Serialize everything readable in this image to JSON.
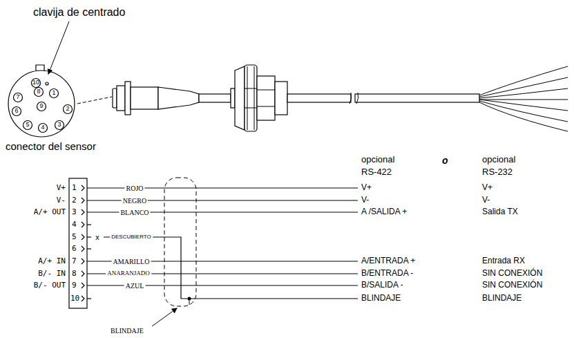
{
  "diagram": {
    "labels": [
      "clavija de centrado",
      "10",
      "8",
      "1",
      "7",
      "9",
      "2",
      "6",
      "5",
      "4",
      "3",
      "conector del sensor",
      "opcional",
      "RS-422",
      "o",
      "opcional",
      "RS-232",
      "V+",
      "V-",
      "A/+ OUT",
      "A/+ IN",
      "B/- IN",
      "B/- OUT",
      "1",
      "2",
      "3",
      "4",
      "5",
      "6",
      "7",
      "8",
      "9",
      "10",
      "ROJO",
      "NEGRO",
      "BLANCO",
      "x",
      "DESCUBIERTO",
      "AMARILLO",
      "ANARANJADO",
      "AZUL",
      "V+",
      "V-",
      "A /SALIDA +",
      "A/ENTRADA +",
      "B/ENTRADA -",
      "B/SALIDA -",
      "BLINDAJE",
      "V+",
      "V-",
      "Salida TX",
      "Entrada RX",
      "SIN CONEXIÓN",
      "SIN CONEXIÓN",
      "BLINDAJE",
      "BLINDAJE"
    ]
  }
}
